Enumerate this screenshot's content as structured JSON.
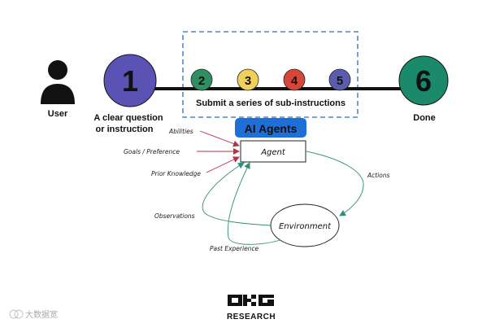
{
  "user": {
    "label": "User"
  },
  "steps": {
    "first": {
      "number": "1",
      "label_line1": "A clear  question",
      "label_line2": "or instruction",
      "color": "#5b52b6"
    },
    "sub": [
      {
        "number": "2",
        "color": "#2f8f62"
      },
      {
        "number": "3",
        "color": "#f0cf5c"
      },
      {
        "number": "4",
        "color": "#d8463a"
      },
      {
        "number": "5",
        "color": "#5b5cae"
      }
    ],
    "sub_label": "Submit a series of sub-instructions",
    "last": {
      "number": "6",
      "label": "Done",
      "color": "#1a8a6a"
    }
  },
  "agents": {
    "badge": "AI Agents",
    "badge_color": "#1f6fd9",
    "agent_box": "Agent",
    "inputs": {
      "abilities": "Abilities",
      "goals": "Goals / Preference",
      "prior": "Prior Knowledge"
    },
    "actions": "Actions",
    "environment": "Environment",
    "observations": "Observations",
    "past_experience": "Past Experience",
    "input_arrow_color": "#b83246",
    "feedback_arrow_color": "#2f8f7a"
  },
  "logo": {
    "text": "RESEARCH"
  },
  "watermark": {
    "text": "大数据宽"
  },
  "dashed_color": "#2a6fb8"
}
